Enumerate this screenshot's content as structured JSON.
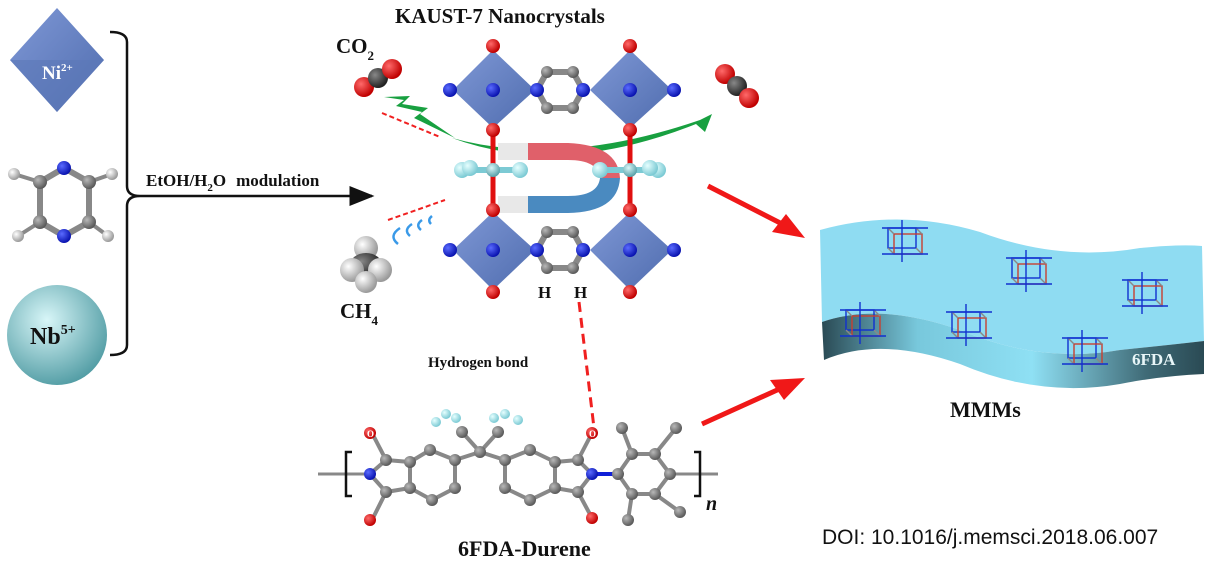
{
  "figure": {
    "title": "KAUST-7 Nanocrystals",
    "reactants": {
      "ni_label": "Ni",
      "ni_charge": "2+",
      "nb_label": "Nb",
      "nb_charge": "5+"
    },
    "synthesis_step": {
      "part1": "EtOH/H",
      "sub": "2",
      "part2": "O",
      "part3": "modulation"
    },
    "gases": {
      "co2_main": "CO",
      "co2_sub": "2",
      "ch4_main": "CH",
      "ch4_sub": "4"
    },
    "h_labels": [
      "H",
      "H"
    ],
    "hydrogen_bond_label": "Hydrogen bond",
    "polymer_label": "6FDA-Durene",
    "polymer_repeat": "n",
    "o_atom": "O",
    "membrane_label": "MMMs",
    "membrane_tag": "6FDA",
    "doi": "DOI: 10.1016/j.memsci.2018.06.007"
  },
  "colors": {
    "octahedron": "#6a86c6",
    "nitrogen": "#1020d8",
    "oxygen": "#e01010",
    "carbon": "#7a7a7a",
    "fluorine": "#9fe6ee",
    "niobium": "#6fb8c0",
    "green_arrow": "#18a040",
    "red_arrow": "#f01818",
    "membrane_top": "#8fdcf2",
    "membrane_side": "#2b4f58"
  }
}
